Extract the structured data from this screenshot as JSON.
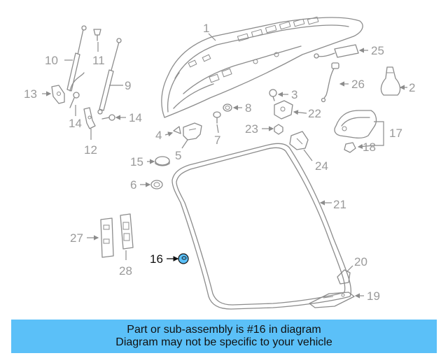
{
  "diagram": {
    "highlighted_part": "16",
    "highlight_color": "#5bc0f8",
    "labels": {
      "p1": "1",
      "p2": "2",
      "p3": "3",
      "p4": "4",
      "p5": "5",
      "p6": "6",
      "p7": "7",
      "p8": "8",
      "p9": "9",
      "p10": "10",
      "p11": "11",
      "p12": "12",
      "p13": "13",
      "p14a": "14",
      "p14b": "14",
      "p15": "15",
      "p16": "16",
      "p17": "17",
      "p18": "18",
      "p19": "19",
      "p20": "20",
      "p21": "21",
      "p22": "22",
      "p23": "23",
      "p24": "24",
      "p25": "25",
      "p26": "26",
      "p27": "27",
      "p28": "28"
    }
  },
  "banner": {
    "line1": "Part or sub-assembly is #16 in diagram",
    "line2": "Diagram may not be specific to your vehicle",
    "background": "#5bc0f8"
  }
}
